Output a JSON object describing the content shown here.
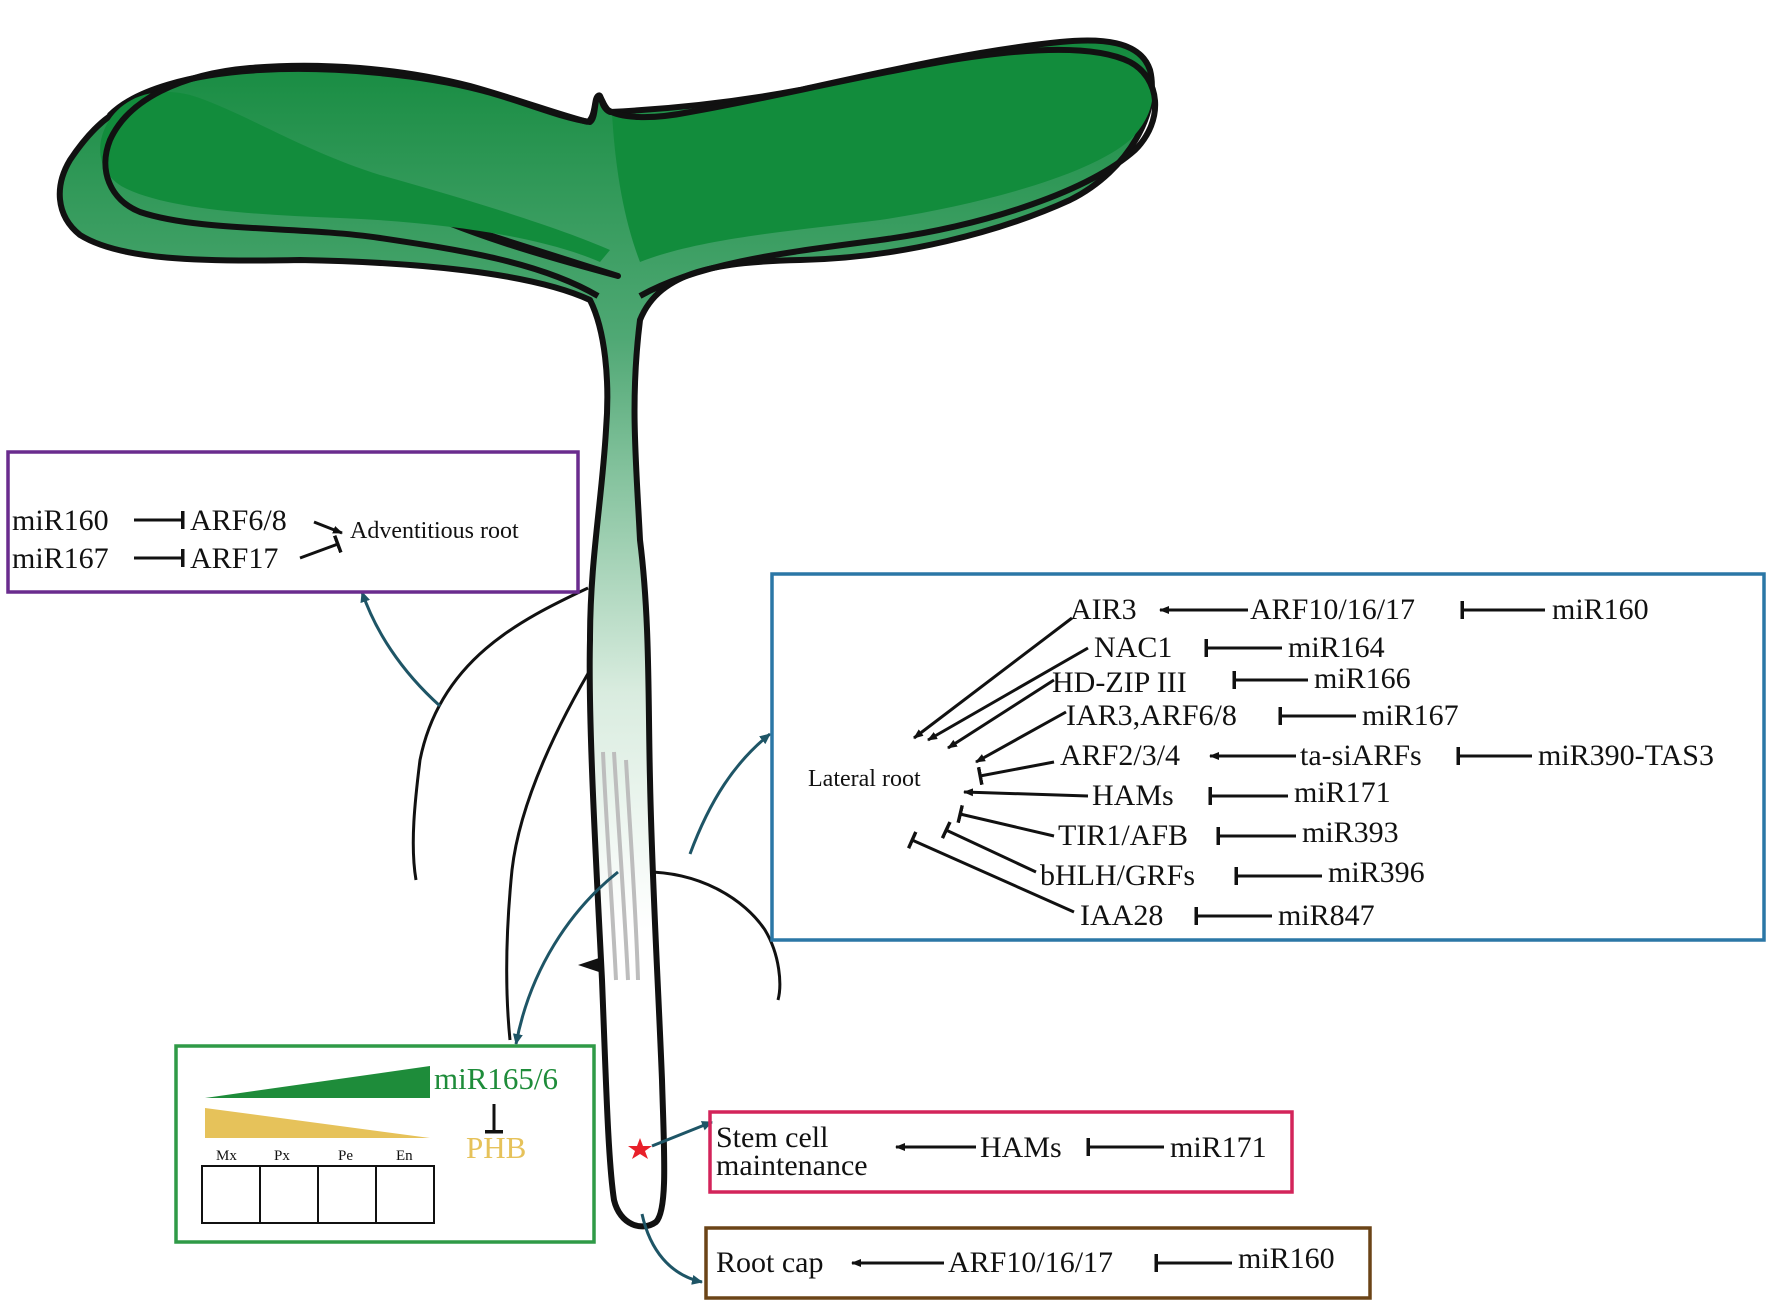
{
  "colors": {
    "leaf_green": "#128c3c",
    "box_adventitious": "#6a2c8e",
    "box_lateral": "#2b77a6",
    "box_vascular": "#2f9a47",
    "box_stem_cell": "#d3245a",
    "box_root_cap": "#6b4417",
    "phb_yellow": "#e6c25a",
    "mir165_green": "#1e8c3a",
    "callout_arrow": "#1e5566",
    "star_red": "#e8202a"
  },
  "adventitious": {
    "mir160": "miR160",
    "arf68": "ARF6/8",
    "mir167": "miR167",
    "arf17": "ARF17",
    "outcome": "Adventitious root"
  },
  "lateral": {
    "outcome": "Lateral root",
    "air3": "AIR3",
    "arf101617": "ARF10/16/17",
    "mir160": "miR160",
    "nac1": "NAC1",
    "mir164": "miR164",
    "hdzip": "HD-ZIP III",
    "mir166": "miR166",
    "iar3": "IAR3,ARF6/8",
    "mir167": "miR167",
    "arf234": "ARF2/3/4",
    "tasiarfs": "ta-siARFs",
    "mir390": "miR390-TAS3",
    "hams": "HAMs",
    "mir171": "miR171",
    "tir1": "TIR1/AFB",
    "mir393": "miR393",
    "bhlh": "bHLH/GRFs",
    "mir396": "miR396",
    "iaa28": "IAA28",
    "mir847": "miR847"
  },
  "vascular": {
    "mir165": "miR165/6",
    "phb": "PHB",
    "cells": [
      "Mx",
      "Px",
      "Pe",
      "En"
    ]
  },
  "stem_cell": {
    "outcome_line1": "Stem cell",
    "outcome_line2": "maintenance",
    "hams": "HAMs",
    "mir171": "miR171"
  },
  "root_cap": {
    "outcome": "Root cap",
    "arf": "ARF10/16/17",
    "mir160": "miR160"
  }
}
